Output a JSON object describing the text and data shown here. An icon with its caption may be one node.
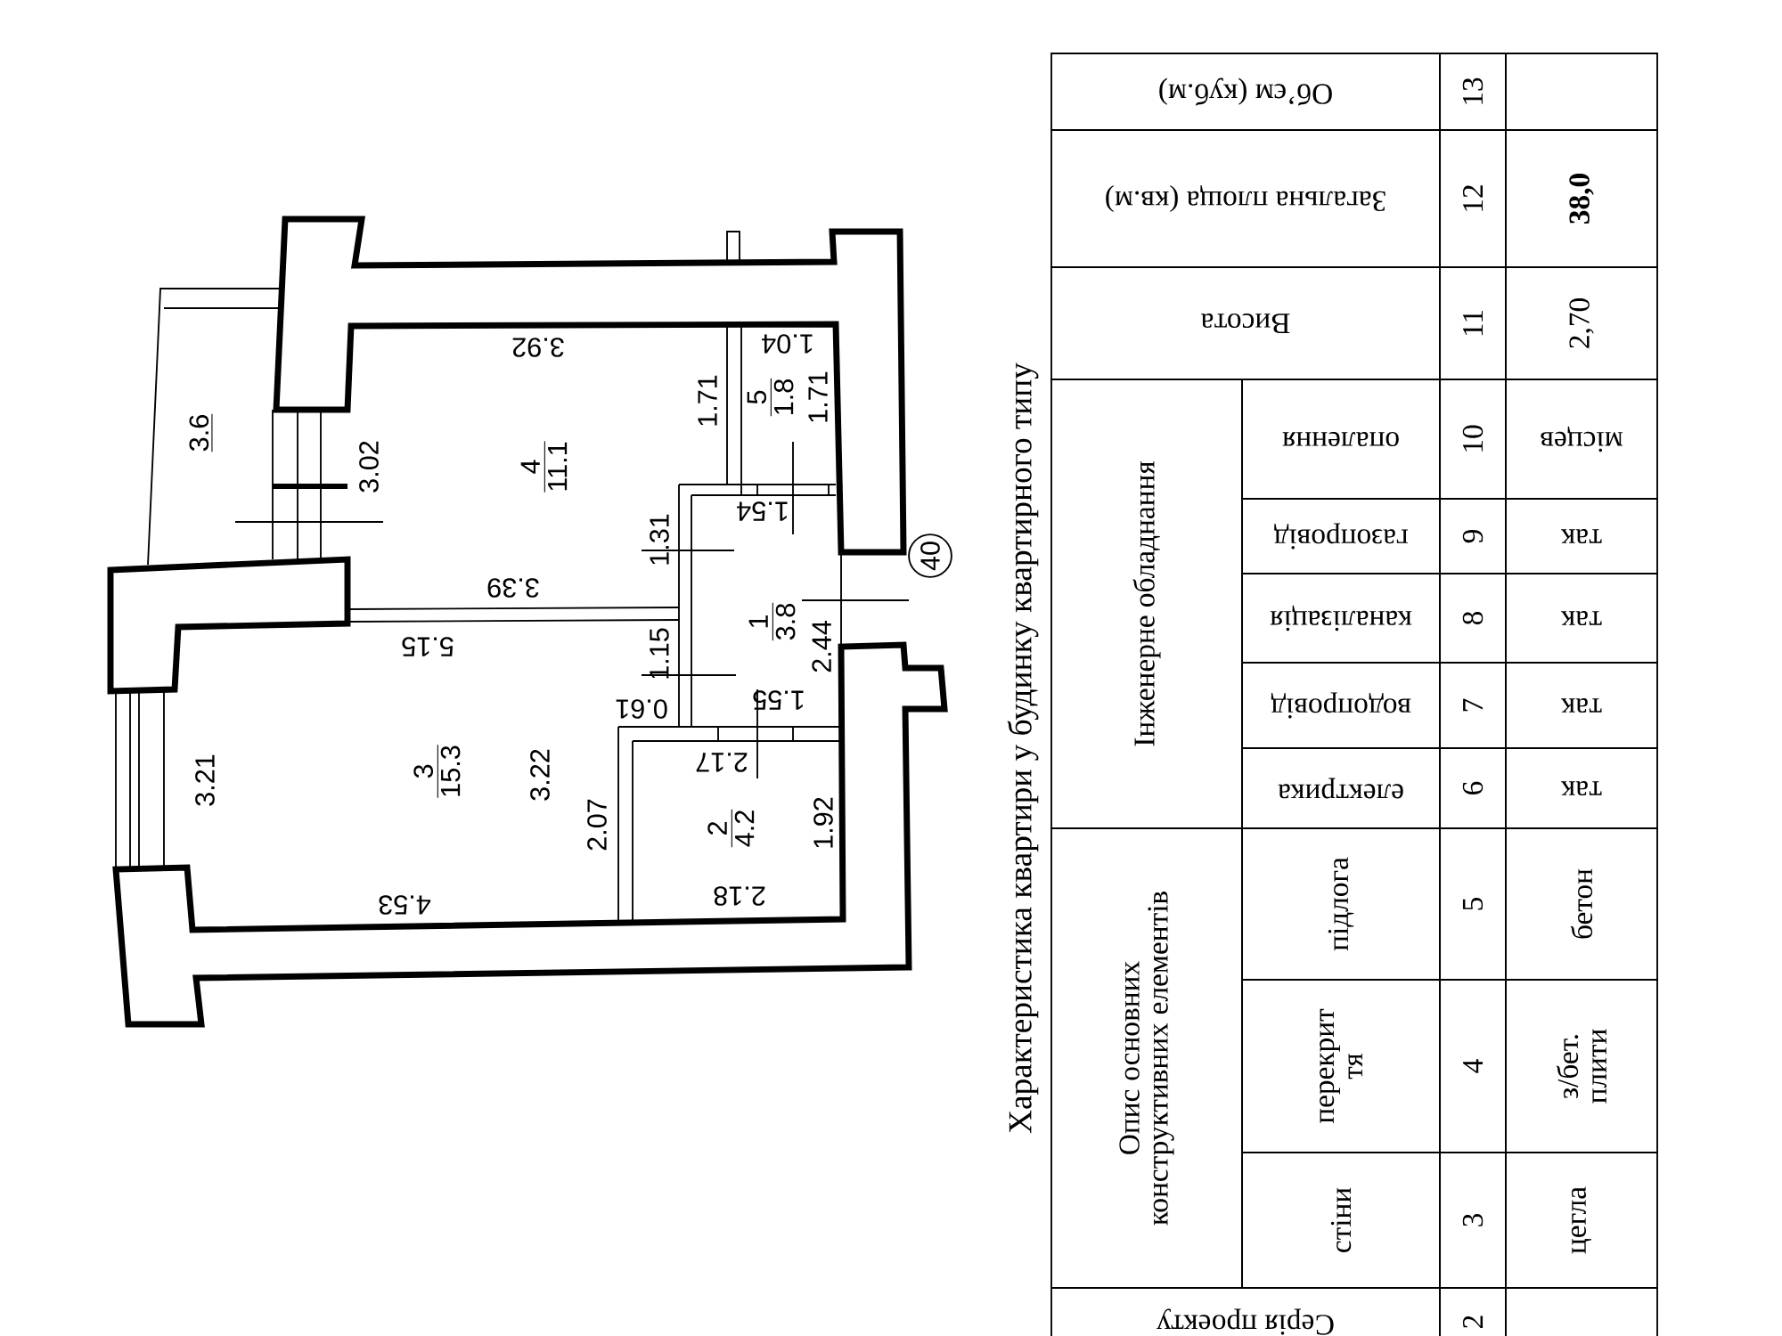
{
  "diagram": {
    "title": "Характеристика квартири у будинку квартирного типу",
    "labels": [
      "3.6",
      "3.02",
      "3.92",
      "1.71",
      "1.04",
      "5",
      "1.8",
      "1.71",
      "4",
      "11.1",
      "1.54",
      "1.31",
      "3.39",
      "40",
      "1",
      "3.8",
      "2.44",
      "5.15",
      "1.15",
      "0.61",
      "1.55",
      "3",
      "15.3",
      "3.22",
      "3.21",
      "2.07",
      "2.17",
      "2",
      "4.2",
      "1.92",
      "4.53",
      "2.18",
      "Серія проекту",
      "Опис основних конструктивних елементів",
      "Інженерне обладнання",
      "Висота",
      "Загальна площа (кв.м)",
      "Об’єм (куб.м)",
      "стіни",
      "перекрит тя",
      "підлога",
      "електрика",
      "водопровід",
      "каналізація",
      "газопровід",
      "опалення",
      "2",
      "3",
      "4",
      "5",
      "6",
      "7",
      "8",
      "9",
      "10",
      "11",
      "12",
      "13",
      "цегла",
      "з/бет. плити",
      "бетон",
      "так",
      "так",
      "так",
      "так",
      "місцев",
      "2,70",
      "38,0"
    ]
  }
}
